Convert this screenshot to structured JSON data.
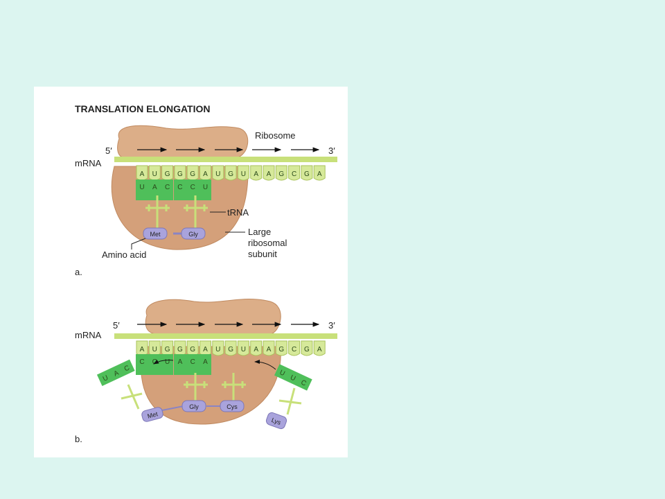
{
  "title": "TRANSLATION ELONGATION",
  "labels": {
    "ribosome": "Ribosome",
    "mrna": "mRNA",
    "five_prime": "5′",
    "three_prime": "3′",
    "trna": "tRNA",
    "large_subunit": [
      "Large",
      "ribosomal",
      "subunit"
    ],
    "amino_acid": "Amino acid",
    "panel_a": "a.",
    "panel_b": "b."
  },
  "codons": [
    "A",
    "U",
    "G",
    "G",
    "G",
    "A",
    "U",
    "G",
    "U",
    "A",
    "A",
    "G",
    "C",
    "G",
    "A"
  ],
  "panel_a": {
    "anticodons": [
      "U",
      "A",
      "C",
      "C",
      "C",
      "U"
    ],
    "amino_acids": [
      "Met",
      "Gly"
    ]
  },
  "panel_b": {
    "anticodons": [
      "C",
      "C",
      "U",
      "A",
      "C",
      "A"
    ],
    "exiting_trna": {
      "anticodon": [
        "U",
        "A",
        "C"
      ],
      "amino_acid": "Met"
    },
    "incoming_trna": {
      "anticodon": [
        "U",
        "U",
        "C"
      ],
      "amino_acid": "Lys"
    },
    "amino_acids": [
      "Gly",
      "Cys"
    ]
  },
  "colors": {
    "background": "#dcf5f0",
    "ribosome": "#d9a679",
    "mrna": "#c8e07a",
    "trna": "#4fbf5a",
    "amino_acid": "#a9a3dc"
  }
}
